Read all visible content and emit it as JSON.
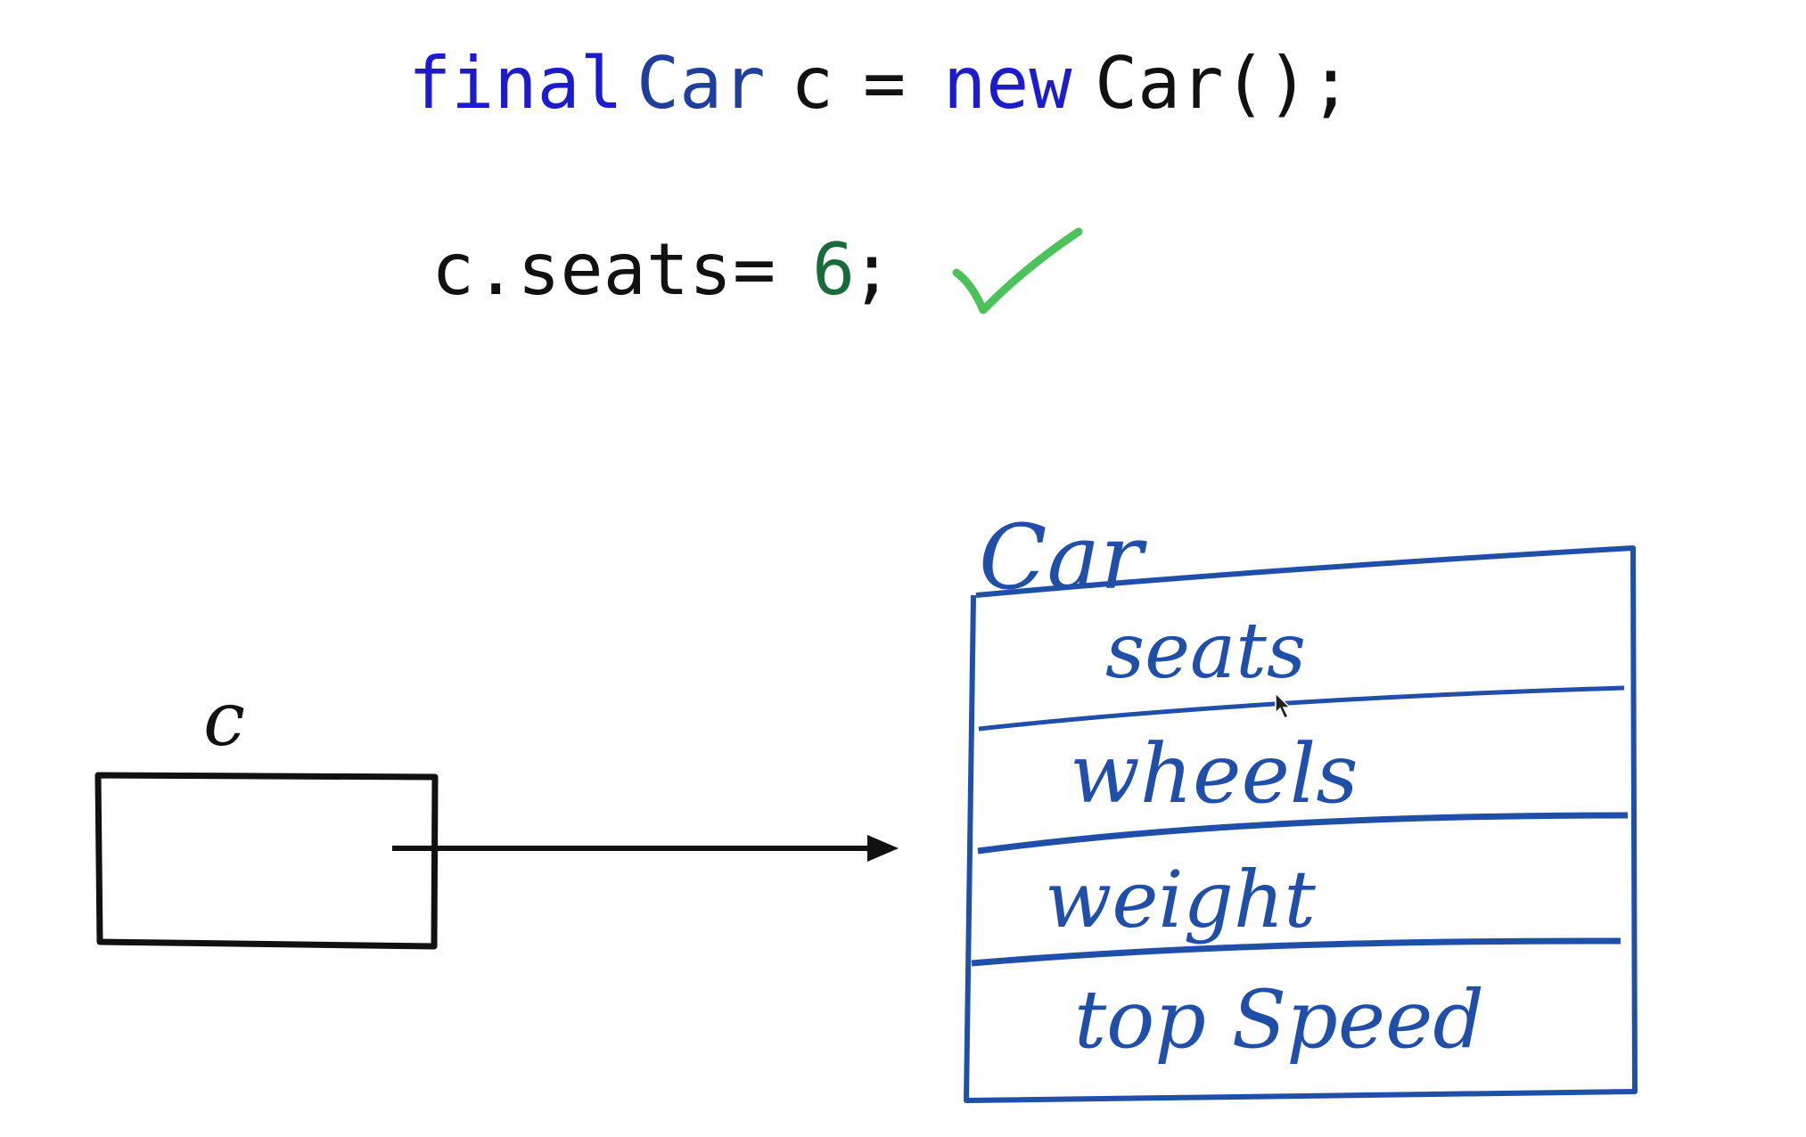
{
  "colors": {
    "keyword": "#1c1ccc",
    "type": "#1f3f9e",
    "text": "#111111",
    "number": "#1a6b3c",
    "check": "#4cc35a",
    "ink_blue": "#1f4fa8",
    "ink_black": "#111111"
  },
  "code_line_1": {
    "kw_final": "final",
    "type_car": "Car",
    "var_c": "c",
    "equals": "=",
    "kw_new": "new",
    "ctor_call": "Car();"
  },
  "code_line_2": {
    "assign_lhs": "c.seats",
    "equals": "=",
    "number": "6",
    "semicolon": ";"
  },
  "check_icon": "checkmark-icon",
  "reference_box": {
    "label": "c"
  },
  "object_box": {
    "label": "Car",
    "fields": [
      "seats",
      "wheels",
      "weight",
      "top Speed"
    ]
  },
  "cursor_icon": "mouse-cursor-icon"
}
